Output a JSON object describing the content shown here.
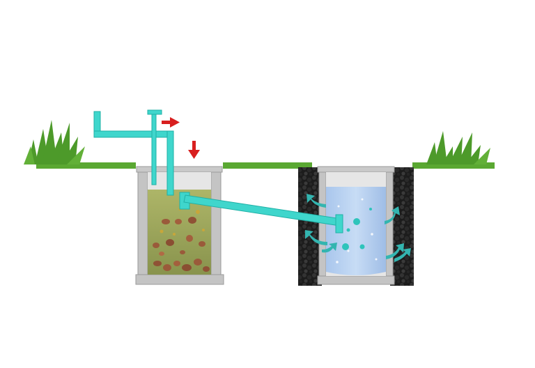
{
  "diagram": {
    "components": [
      {
        "id": "septic-tank",
        "icon": "tank-icon",
        "contents": "sludge"
      },
      {
        "id": "soak-pit",
        "icon": "tank-icon",
        "contents": "water"
      },
      {
        "id": "inlet-pipe",
        "icon": "pipe-icon"
      },
      {
        "id": "vent-pipe",
        "icon": "pipe-icon"
      },
      {
        "id": "outlet-pipe",
        "icon": "pipe-icon"
      }
    ],
    "flow_arrows": [
      {
        "id": "inflow-arrow-right",
        "direction": "right"
      },
      {
        "id": "inflow-arrow-down",
        "direction": "down"
      }
    ],
    "seepage_arrows": 7
  },
  "colors": {
    "background": "#ffffff",
    "grass": "#5aa832",
    "grass_dark": "#3f8a22",
    "concrete": "#c9c9c9",
    "concrete_dark": "#a9a9a9",
    "pipe": "#3fd6cc",
    "pipe_dark": "#1fb0a6",
    "sludge_liquid": "#8f9a4a",
    "sludge_solids": "#9a5a3a",
    "water": "#b9d3f0",
    "gravel": "#222222",
    "flow_arrow": "#d81f1f",
    "seep_arrow": "#33b5b0"
  }
}
